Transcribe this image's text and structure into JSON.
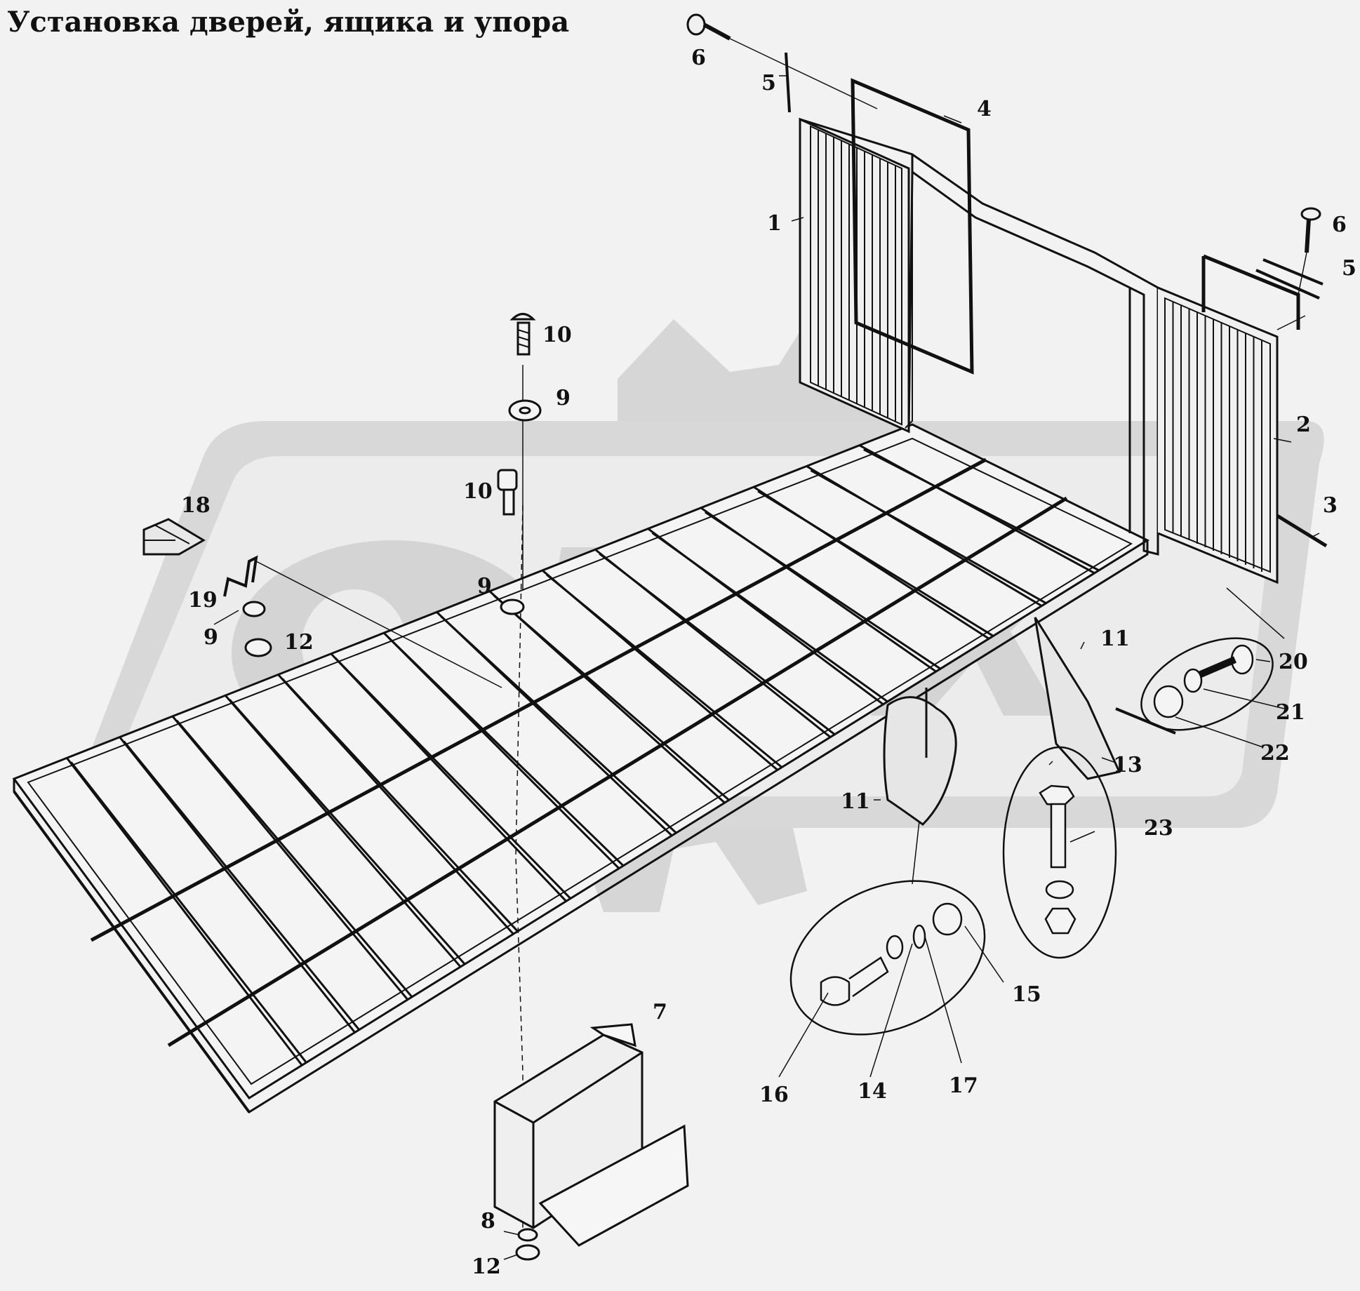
{
  "title": "Установка дверей, ящика и упора",
  "watermark": {
    "text": "OPEX",
    "color": "#d2d2d2"
  },
  "colors": {
    "background": "#f2f2f2",
    "line": "#111111"
  },
  "callouts": [
    {
      "id": "c6a",
      "label": "6"
    },
    {
      "id": "c5a",
      "label": "5"
    },
    {
      "id": "c4",
      "label": "4"
    },
    {
      "id": "c1",
      "label": "1"
    },
    {
      "id": "c6b",
      "label": "6"
    },
    {
      "id": "c5b",
      "label": "5"
    },
    {
      "id": "c2",
      "label": "2"
    },
    {
      "id": "c3",
      "label": "3"
    },
    {
      "id": "c10a",
      "label": "10"
    },
    {
      "id": "c9a",
      "label": "9"
    },
    {
      "id": "c10b",
      "label": "10"
    },
    {
      "id": "c9b",
      "label": "9"
    },
    {
      "id": "c18",
      "label": "18"
    },
    {
      "id": "c19",
      "label": "19"
    },
    {
      "id": "c9c",
      "label": "9"
    },
    {
      "id": "c12a",
      "label": "12"
    },
    {
      "id": "c11a",
      "label": "11"
    },
    {
      "id": "c11b",
      "label": "11"
    },
    {
      "id": "c13",
      "label": "13"
    },
    {
      "id": "c20",
      "label": "20"
    },
    {
      "id": "c21",
      "label": "21"
    },
    {
      "id": "c22",
      "label": "22"
    },
    {
      "id": "c23",
      "label": "23"
    },
    {
      "id": "c15",
      "label": "15"
    },
    {
      "id": "c16",
      "label": "16"
    },
    {
      "id": "c14",
      "label": "14"
    },
    {
      "id": "c17",
      "label": "17"
    },
    {
      "id": "c7",
      "label": "7"
    },
    {
      "id": "c8",
      "label": "8"
    },
    {
      "id": "c12b",
      "label": "12"
    }
  ]
}
